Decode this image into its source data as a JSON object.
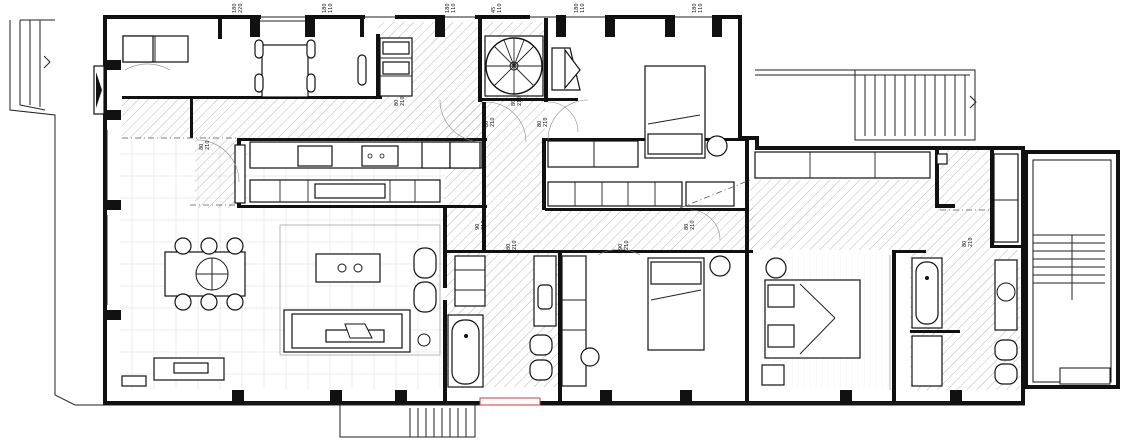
{
  "plan": {
    "door_tags": [
      {
        "top": "80",
        "bottom": "210"
      },
      {
        "top": "80",
        "bottom": "210"
      },
      {
        "top": "80",
        "bottom": "210"
      },
      {
        "top": "80",
        "bottom": "210"
      },
      {
        "top": "90",
        "bottom": "210"
      },
      {
        "top": "80",
        "bottom": "210"
      },
      {
        "top": "80",
        "bottom": "210"
      },
      {
        "top": "90",
        "bottom": "210"
      },
      {
        "top": "80",
        "bottom": "210"
      },
      {
        "top": "80",
        "bottom": "210"
      }
    ],
    "window_tags": [
      {
        "top": "180",
        "bottom": "220"
      },
      {
        "top": "180",
        "bottom": "110"
      },
      {
        "top": "180",
        "bottom": "110"
      },
      {
        "top": "45",
        "bottom": "110"
      },
      {
        "top": "180",
        "bottom": "110"
      },
      {
        "top": "180",
        "bottom": "110"
      }
    ],
    "colors": {
      "wall": "#111111",
      "hatch": "#9a9a9a",
      "background": "#ffffff",
      "accent": "#d63a3a"
    }
  }
}
